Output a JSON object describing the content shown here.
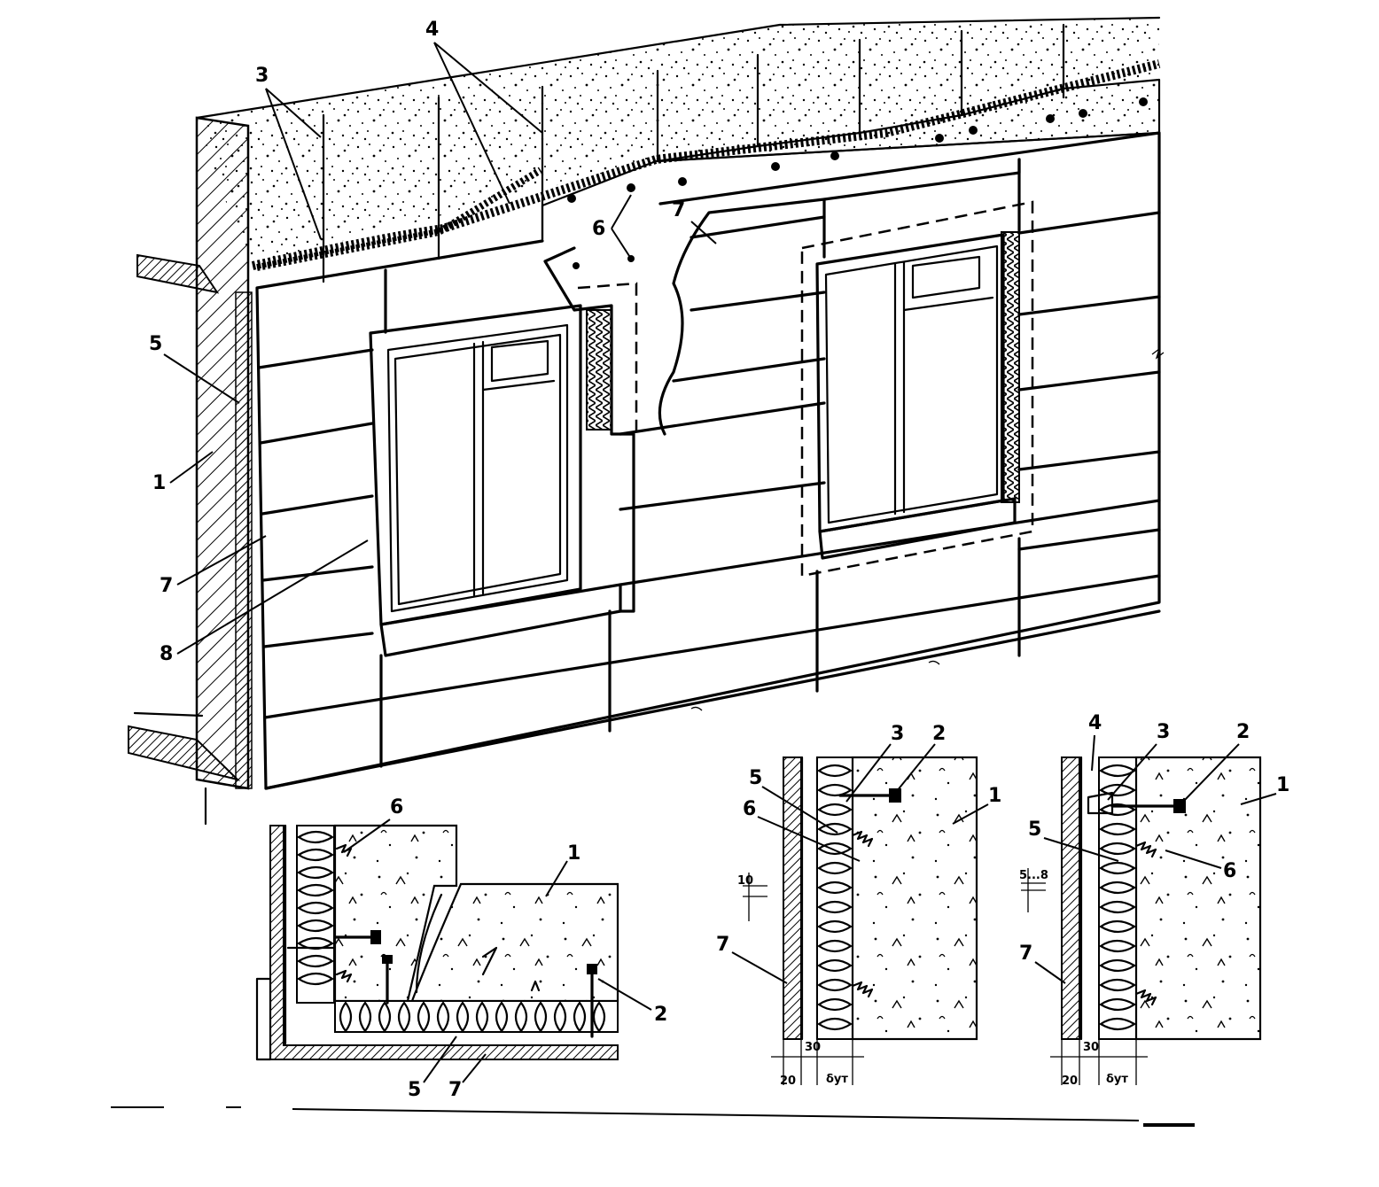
{
  "figure": {
    "main_view_labels": {
      "l1": "1",
      "l3": "3",
      "l4": "4",
      "l5": "5",
      "l6": "6",
      "l7a": "7",
      "l7b": "7",
      "l8": "8"
    },
    "section_window": {
      "l1": "1",
      "l2": "2",
      "l5": "5",
      "l6": "6",
      "l7": "7"
    },
    "section_wall_a": {
      "l1": "1",
      "l2": "2",
      "l3": "3",
      "l5": "5",
      "l6": "6",
      "l7": "7",
      "gap": "10",
      "dim_left": "20",
      "dim_mid": "30",
      "dim_ins": "δут"
    },
    "section_wall_b": {
      "l1": "1",
      "l2": "2",
      "l3": "3",
      "l4": "4",
      "l5": "5",
      "l6": "6",
      "l7": "7",
      "gap": "5...8",
      "dim_left": "20",
      "dim_mid": "30",
      "dim_ins": "δут"
    }
  }
}
